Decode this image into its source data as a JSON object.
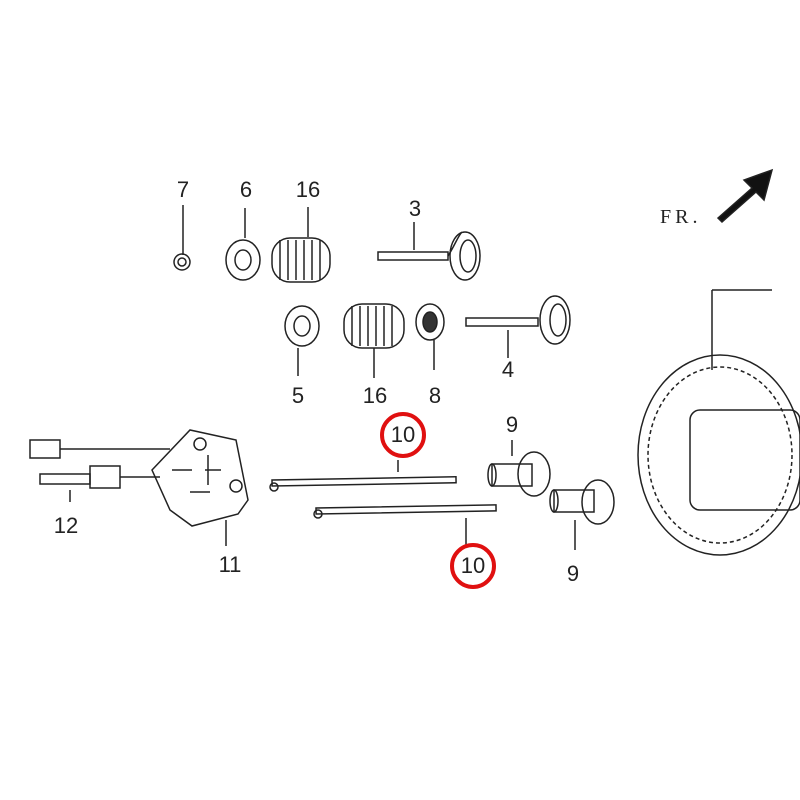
{
  "diagram": {
    "direction_label": "FR.",
    "highlight_color": "#e01010",
    "parts": [
      {
        "label": "7",
        "part": "nut"
      },
      {
        "label": "6",
        "part": "retainer"
      },
      {
        "label": "16",
        "part": "valve-spring"
      },
      {
        "label": "3",
        "part": "valve"
      },
      {
        "label": "5",
        "part": "retainer"
      },
      {
        "label": "16",
        "part": "valve-spring"
      },
      {
        "label": "8",
        "part": "valve-seal"
      },
      {
        "label": "4",
        "part": "valve"
      },
      {
        "label": "10",
        "part": "push-rod",
        "highlighted": true
      },
      {
        "label": "9",
        "part": "tappet"
      },
      {
        "label": "12",
        "part": "stud-bolt"
      },
      {
        "label": "11",
        "part": "push-rod-guide-plate"
      },
      {
        "label": "10",
        "part": "push-rod",
        "highlighted": true
      },
      {
        "label": "9",
        "part": "tappet"
      }
    ]
  }
}
